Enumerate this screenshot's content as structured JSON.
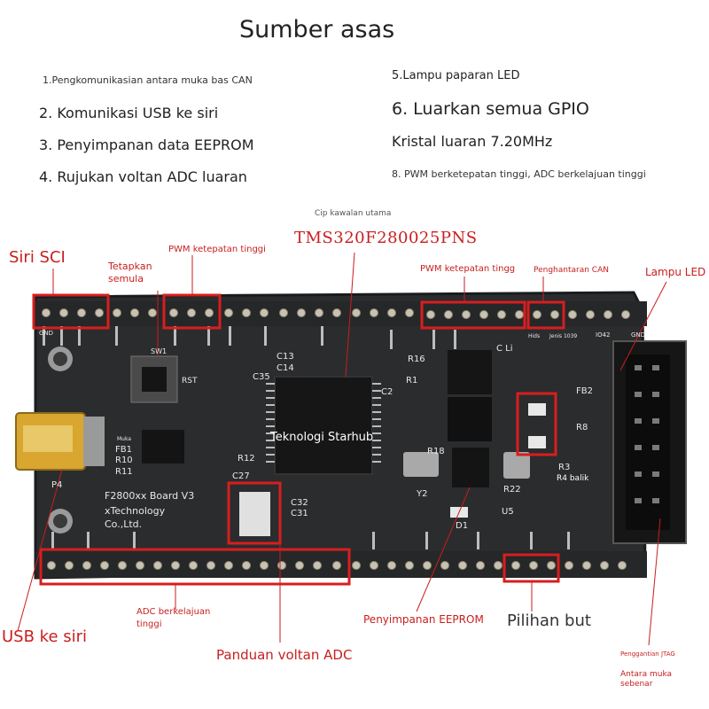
{
  "title": "Sumber asas",
  "features_left": [
    "1.Pengkomunikasian antara muka bas CAN",
    "2. Komunikasi USB ke siri",
    "3. Penyimpanan data EEPROM",
    "4. Rujukan voltan ADC luaran"
  ],
  "features_right": [
    "5.Lampu paparan LED",
    "6. Luarkan semua GPIO",
    "Kristal luaran 7.20MHz",
    "8. PWM berketepatan tinggi, ADC berkelajuan tinggi"
  ],
  "callouts": {
    "chip_caption": "Cip kawalan utama",
    "chip_model": "TMS320F280025PNS",
    "sci": "Siri SCI",
    "reset": "Tetapkan semula",
    "pwm_left": "PWM ketepatan tinggi",
    "pwm_right": "PWM ketepatan tingg",
    "can": "Penghantaran CAN",
    "led": "Lampu LED",
    "usb_serial": "USB ke siri",
    "adc_fast": "ADC berkelajuan tinggi",
    "adc_ref": "Panduan voltan ADC",
    "eeprom": "Penyimpanan EEPROM",
    "boot": "Pilihan but",
    "jtag": "Penggantian JTAG",
    "real_interface": "Antara muka sebenar"
  },
  "board_text": {
    "overlay": "Teknologi Starhub",
    "board_name": "F2800xx Board V3",
    "maker_line1": "xTechnology",
    "maker_line2": "Co.,Ltd.",
    "r4": "R4 balik",
    "muka": "Muka",
    "c_li": "C Li",
    "hids": "Hids",
    "jenis": "Jenis 1039",
    "sw": "SW1",
    "rst": "RST",
    "p4": "P4",
    "gnd_l": "GND",
    "gnd_r": "GND",
    "io42": "IO42"
  },
  "colors": {
    "pcb": "#2b2c2e",
    "pcb_edge": "#1a1b1c",
    "silk": "#e8e8e8",
    "highlight": "#d81e1e",
    "pad": "#c9c2b0",
    "usb_metal": "#d9a630"
  }
}
